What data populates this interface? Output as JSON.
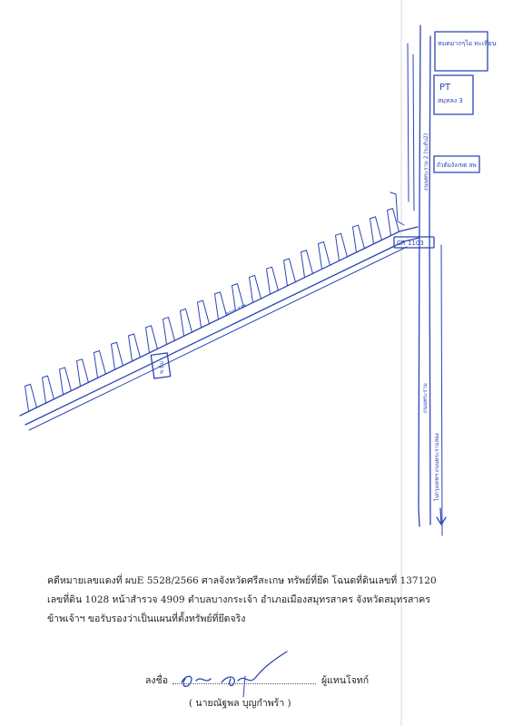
{
  "map": {
    "label_top_box": "หมดมากๆไอ ทะเทียน",
    "label_pt": "PT",
    "label_pt_sub": "สมุทลง 3",
    "label_right_box": "ถั่วต้มงังเขต ลพ",
    "label_lane_small": "ซ.นิ่ม",
    "label_road_diag": "ถนน xxx",
    "label_junction": "CR 1103",
    "label_road_vertical_upper": "ถนนพระราม 2 (ระดับ2)",
    "label_road_vertical_lower_a": "ถนนพระราม",
    "label_road_vertical_lower_b": "ไปกรุงเทพฯ ถนนพระรามสอง"
  },
  "caption": {
    "line1": "คดีหมายเลขแดงที่ ผบE 5528/2566  ศาลจังหวัดศรีสะเกษ  ทรัพย์ที่ยึด  โฉนดที่ดินเลขที่ 137120",
    "line2": "เลขที่ดิน 1028 หน้าสำรวจ 4909  ตำบลบางกระเจ้า  อำเภอเมืองสมุทรสาคร จังหวัดสมุทรสาคร",
    "line3": "ข้าพเจ้าฯ ขอรับรองว่าเป็นแผนที่ตั้งทรัพย์ที่ยึดจริง"
  },
  "signature": {
    "prefix": "ลงชื่อ",
    "suffix": "ผู้แทนโจทก์",
    "name": "( นายณัฐพล  บุญกำพร้า )"
  },
  "colors": {
    "ink": "#2b45b4",
    "text": "#1f1f1f"
  }
}
